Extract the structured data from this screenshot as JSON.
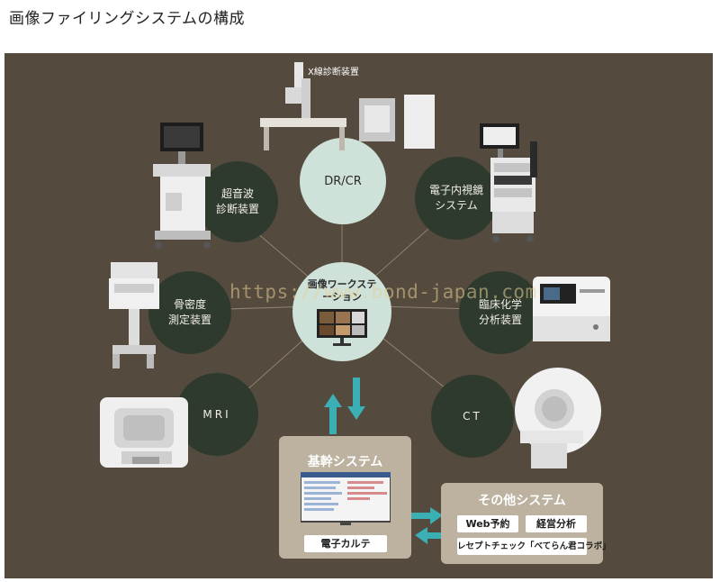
{
  "page_title": "画像ファイリングシステムの構成",
  "center": {
    "label": "画像ワークステーション"
  },
  "nodes": {
    "dr_cr": "DR/CR",
    "ultrasound": "超音波\n診断装置",
    "endoscope": "電子内視鏡\nシステム",
    "bone_density": "骨密度\n測定装置",
    "clinical_chem": "臨床化学\n分析装置",
    "mri": "MRI",
    "ct": "CT"
  },
  "captions": {
    "xray": "X線診断装置"
  },
  "core_system": {
    "title": "基幹システム",
    "chip": "電子カルテ"
  },
  "other_system": {
    "title": "その他システム",
    "chips": [
      "Web予約",
      "経営分析",
      "レセプトチェック「べてらん君コラボ」"
    ]
  },
  "watermark": "https://www.bond-japan.com",
  "colors": {
    "panel_bg": "#544a3d",
    "dark_node": "#2f3a2e",
    "light_node": "#cfe2d9",
    "box": "#bcb29f",
    "arrow": "#3bb0b4"
  }
}
